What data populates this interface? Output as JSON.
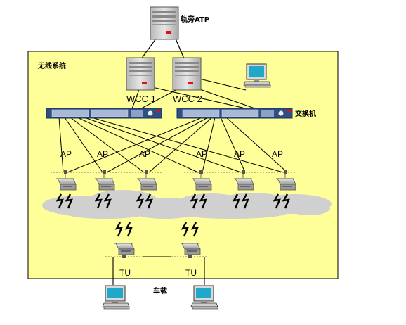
{
  "labels": {
    "atp": "轨旁ATP",
    "wireless_system": "无线系统",
    "wcc1": "WCC 1",
    "wcc2": "WCC 2",
    "switch": "交换机",
    "ap": [
      "AP",
      "AP",
      "AP",
      "AP",
      "AP",
      "AP"
    ],
    "tu": [
      "TU",
      "TU"
    ],
    "vehicle": "车载"
  },
  "colors": {
    "region_fill": "#ffff99",
    "region_border": "#000000",
    "switch_body": "#2e4f85",
    "cloud": "#d0d0d0"
  },
  "icons": {
    "server": "server-icon",
    "monitor": "monitor-icon",
    "switch": "network-switch-icon",
    "access_point": "access-point-icon",
    "wireless": "lightning-bolt-icon"
  }
}
